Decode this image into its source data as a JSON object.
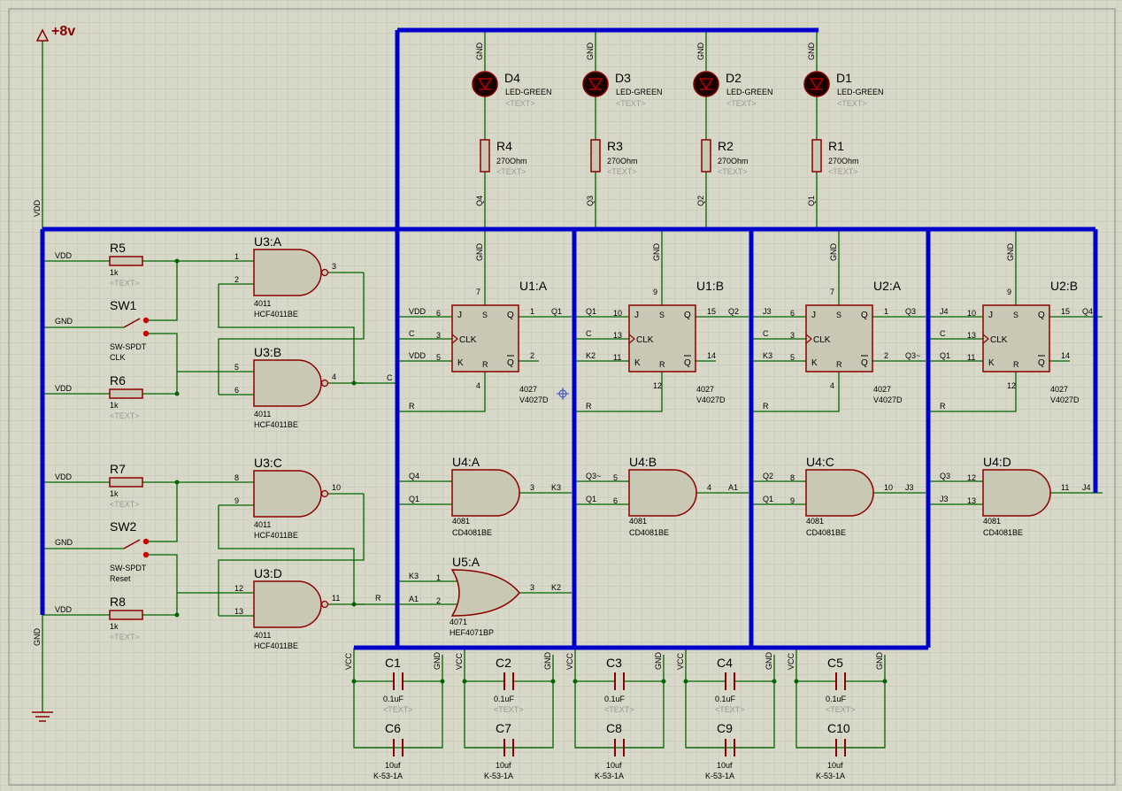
{
  "power": {
    "label": "+8v"
  },
  "rails": {
    "vdd": "VDD",
    "gnd": "GND",
    "vcc": "VCC"
  },
  "colors": {
    "background": "#d8d8c8",
    "grid": "#c2c2b2",
    "bus": "#0000cc",
    "wire": "#006400",
    "body": "#c8c8b4",
    "outline": "#8b0000"
  },
  "ghost_text": "<TEXT>",
  "leds": [
    {
      "ref": "D4",
      "value": "LED-GREEN",
      "net": "Q4"
    },
    {
      "ref": "D3",
      "value": "LED-GREEN",
      "net": "Q3"
    },
    {
      "ref": "D2",
      "value": "LED-GREEN",
      "net": "Q2"
    },
    {
      "ref": "D1",
      "value": "LED-GREEN",
      "net": "Q1"
    }
  ],
  "led_resistors": [
    {
      "ref": "R4",
      "value": "270Ohm"
    },
    {
      "ref": "R3",
      "value": "270Ohm"
    },
    {
      "ref": "R2",
      "value": "270Ohm"
    },
    {
      "ref": "R1",
      "value": "270Ohm"
    }
  ],
  "pullups": [
    {
      "ref": "R5",
      "value": "1k",
      "net": "VDD"
    },
    {
      "ref": "R6",
      "value": "1k",
      "net": "VDD"
    },
    {
      "ref": "R7",
      "value": "1k",
      "net": "VDD"
    },
    {
      "ref": "R8",
      "value": "1k",
      "net": "VDD"
    }
  ],
  "switches": [
    {
      "ref": "SW1",
      "type": "SW-SPDT",
      "function": "CLK",
      "net": "GND"
    },
    {
      "ref": "SW2",
      "type": "SW-SPDT",
      "function": "Reset",
      "net": "GND"
    }
  ],
  "nand_gates": [
    {
      "ref": "U3:A",
      "part": "4011",
      "chip": "HCF4011BE",
      "pins": [
        "1",
        "2",
        "3"
      ]
    },
    {
      "ref": "U3:B",
      "part": "4011",
      "chip": "HCF4011BE",
      "pins": [
        "5",
        "6",
        "4"
      ]
    },
    {
      "ref": "U3:C",
      "part": "4011",
      "chip": "HCF4011BE",
      "pins": [
        "8",
        "9",
        "10"
      ]
    },
    {
      "ref": "U3:D",
      "part": "4011",
      "chip": "HCF4011BE",
      "pins": [
        "12",
        "13",
        "11"
      ]
    }
  ],
  "net_labels": {
    "c_out": "C",
    "r_out": "R"
  },
  "flipflops": [
    {
      "ref": "U1:A",
      "part": "4027",
      "chip": "V4027D",
      "pin_j": "6",
      "pin_clk": "3",
      "pin_k": "5",
      "pin_s": "7",
      "pin_r": "4",
      "pin_q": "1",
      "pin_qb": "2",
      "in_j": "VDD",
      "in_c": "C",
      "in_k": "VDD",
      "in_r": "R",
      "out_q": "Q1",
      "out_qb": ""
    },
    {
      "ref": "U1:B",
      "part": "4027",
      "chip": "V4027D",
      "pin_j": "10",
      "pin_clk": "13",
      "pin_k": "11",
      "pin_s": "9",
      "pin_r": "12",
      "pin_q": "15",
      "pin_qb": "14",
      "in_j": "Q1",
      "in_c": "C",
      "in_k": "K2",
      "in_r": "R",
      "out_q": "Q2",
      "out_qb": ""
    },
    {
      "ref": "U2:A",
      "part": "4027",
      "chip": "V4027D",
      "pin_j": "6",
      "pin_clk": "3",
      "pin_k": "5",
      "pin_s": "7",
      "pin_r": "4",
      "pin_q": "1",
      "pin_qb": "2",
      "in_j": "J3",
      "in_c": "C",
      "in_k": "K3",
      "in_r": "R",
      "out_q": "Q3",
      "out_qb": "Q3~"
    },
    {
      "ref": "U2:B",
      "part": "4027",
      "chip": "V4027D",
      "pin_j": "10",
      "pin_clk": "13",
      "pin_k": "11",
      "pin_s": "9",
      "pin_r": "12",
      "pin_q": "15",
      "pin_qb": "14",
      "in_j": "J4",
      "in_c": "C",
      "in_k": "Q1",
      "in_r": "R",
      "out_q": "Q4",
      "out_qb": ""
    }
  ],
  "ff_pin_names": {
    "j": "J",
    "s": "S",
    "q": "Q",
    "clk": "CLK",
    "k": "K",
    "r": "R",
    "qb": "Q"
  },
  "and_gates": [
    {
      "ref": "U4:A",
      "part": "4081",
      "chip": "CD4081BE",
      "pins": [
        "",
        "",
        "3"
      ],
      "in1": "Q4",
      "in2": "Q1",
      "out": "K3"
    },
    {
      "ref": "U4:B",
      "part": "4081",
      "chip": "CD4081BE",
      "pins": [
        "5",
        "6",
        "4"
      ],
      "in1": "Q3~",
      "in2": "Q1",
      "out": "A1"
    },
    {
      "ref": "U4:C",
      "part": "4081",
      "chip": "CD4081BE",
      "pins": [
        "8",
        "9",
        "10"
      ],
      "in1": "Q2",
      "in2": "Q1",
      "out": "J3"
    },
    {
      "ref": "U4:D",
      "part": "4081",
      "chip": "CD4081BE",
      "pins": [
        "12",
        "13",
        "11"
      ],
      "in1": "Q3",
      "in2": "J3",
      "out": "J4"
    }
  ],
  "or_gate": {
    "ref": "U5:A",
    "part": "4071",
    "chip": "HEF4071BP",
    "pins": [
      "1",
      "2",
      "3"
    ],
    "in1": "K3",
    "in2": "A1",
    "out": "K2"
  },
  "capacitors_top": [
    {
      "ref": "C1",
      "value": "0.1uF"
    },
    {
      "ref": "C2",
      "value": "0.1uF"
    },
    {
      "ref": "C3",
      "value": "0.1uF"
    },
    {
      "ref": "C4",
      "value": "0.1uF"
    },
    {
      "ref": "C5",
      "value": "0.1uF"
    }
  ],
  "capacitors_bottom": [
    {
      "ref": "C6",
      "value": "10uf",
      "type": "K-53-1A"
    },
    {
      "ref": "C7",
      "value": "10uf",
      "type": "K-53-1A"
    },
    {
      "ref": "C8",
      "value": "10uf",
      "type": "K-53-1A"
    },
    {
      "ref": "C9",
      "value": "10uf",
      "type": "K-53-1A"
    },
    {
      "ref": "C10",
      "value": "10uf",
      "type": "K-53-1A"
    }
  ]
}
